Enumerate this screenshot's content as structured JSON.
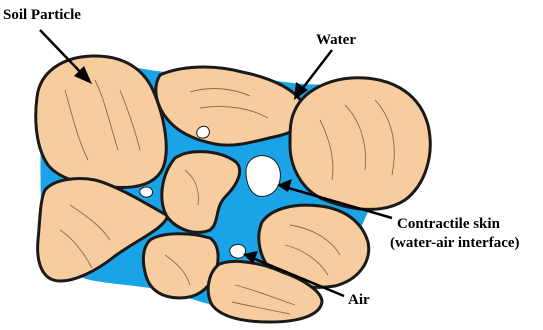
{
  "labels": {
    "soil_particle": "Soil Particle",
    "water": "Water",
    "contractile_skin_line1": "Contractile skin",
    "contractile_skin_line2": "(water-air interface)",
    "air": "Air"
  },
  "colors": {
    "water": "#1AA3E6",
    "particle_fill": "#F7CC9E",
    "particle_stroke": "#1a1a1a",
    "air": "#ffffff",
    "text": "#000000"
  }
}
